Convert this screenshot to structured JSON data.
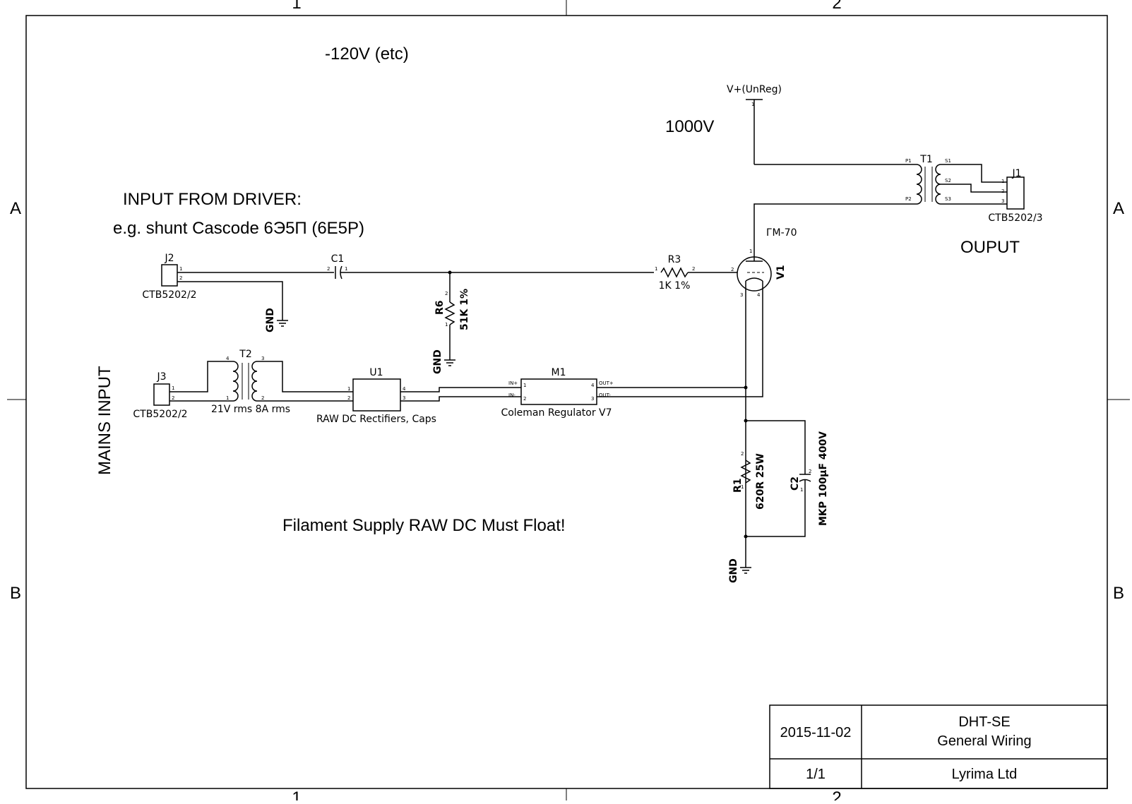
{
  "notes": {
    "neg_supply": "-120V (etc)",
    "hv_supply": "1000V",
    "input_title": "INPUT FROM DRIVER:",
    "input_sub": "e.g. shunt Cascode 6Э5П (6E5P)",
    "output": "OUPUT",
    "mains": "MAINS INPUT",
    "filament": "Filament Supply RAW DC Must Float!"
  },
  "grid": {
    "col1": "1",
    "col2": "2",
    "row_a": "A",
    "row_b": "B"
  },
  "power": {
    "vplus": "V+(UnReg)",
    "gnd": "GND"
  },
  "components": {
    "j1": {
      "ref": "J1",
      "value": "CTB5202/3"
    },
    "j2": {
      "ref": "J2",
      "value": "CTB5202/2"
    },
    "j3": {
      "ref": "J3",
      "value": "CTB5202/2"
    },
    "t1": {
      "ref": "T1"
    },
    "t2": {
      "ref": "T2",
      "value": "21V rms 8A rms"
    },
    "c1": {
      "ref": "C1"
    },
    "c2": {
      "ref": "C2",
      "value": "MKP 100µF 400V"
    },
    "r1": {
      "ref": "R1",
      "value": "620R 25W"
    },
    "r3": {
      "ref": "R3",
      "value": "1K 1%"
    },
    "r6": {
      "ref": "R6",
      "value": "51K 1%"
    },
    "v1": {
      "ref": "V1",
      "value": "ГМ-70"
    },
    "u1": {
      "ref": "U1",
      "value": "RAW DC Rectifiers, Caps"
    },
    "m1": {
      "ref": "M1",
      "value": "Coleman Regulator V7"
    }
  },
  "pins": {
    "m1_in_plus": "IN+",
    "m1_in_minus": "IN-",
    "m1_out_plus": "OUT+",
    "m1_out_minus": "OUT-",
    "p1": "P1",
    "p2": "P2",
    "s1": "S1",
    "s2": "S2",
    "s3": "S3"
  },
  "title_block": {
    "date": "2015-11-02",
    "project": "DHT-SE",
    "title": "General Wiring",
    "sheet": "1/1",
    "company": "Lyrima Ltd"
  }
}
